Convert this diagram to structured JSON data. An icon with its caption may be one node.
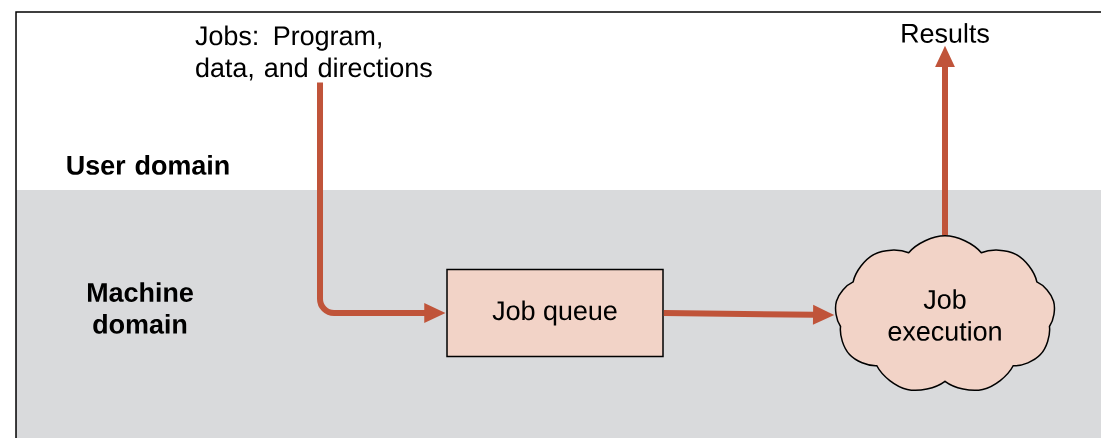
{
  "diagram": {
    "nodes": [
      {
        "text": [
          "Jobs: Program, data, and directions"
        ]
      },
      {
        "text": [
          "Job queue"
        ]
      },
      {
        "text": [
          "Job execution"
        ]
      },
      {
        "text": [
          "Results"
        ]
      }
    ],
    "edges": [
      {
        "from": 0,
        "to": 1,
        "arrow": "to"
      },
      {
        "from": 1,
        "to": 2,
        "arrow": "to"
      },
      {
        "from": 2,
        "to": 3,
        "arrow": "to"
      }
    ],
    "labels": [
      "User domain",
      "Machine domain"
    ]
  }
}
